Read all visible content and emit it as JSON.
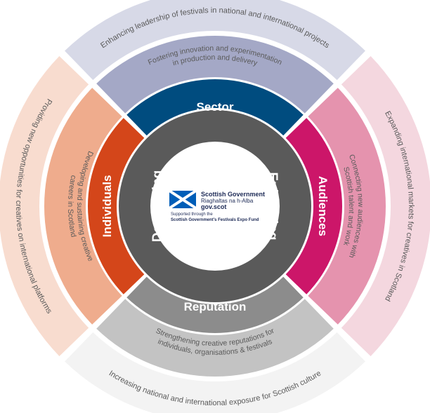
{
  "colors": {
    "outer_top": "#d7d9e7",
    "outer_right": "#f4d7df",
    "outer_bottom": "#f3f3f3",
    "outer_left": "#f8dccf",
    "middle_top": "#a4a8c6",
    "middle_right": "#e593ae",
    "middle_bottom": "#c3c3c3",
    "middle_left": "#efac8d",
    "sector": "#004c7f",
    "audiences": "#cc1669",
    "reputation": "#8c8c8c",
    "individuals": "#d4461a",
    "core": "#5a5a5a",
    "gap": "#ffffff"
  },
  "outer_ring": {
    "top": "Enhancing leadership of festivals in national and international projects",
    "right": "Expanding international markets for creatives in Scotland",
    "bottom": "Increasing national and international exposure for Scottish culture",
    "left": "Providing new opportunities for creatives on international platforms"
  },
  "middle_ring": {
    "top": [
      "Fostering innovation and experimentation",
      "in production and delivery"
    ],
    "right": [
      "Connecting new audiences with",
      "Scottish talent and work"
    ],
    "bottom": [
      "Strengthening creative reputations for",
      "individuals, organisations & festivals"
    ],
    "left": [
      "Developing and sustaining creative",
      "careers in Scotland"
    ]
  },
  "segments": {
    "top": "Sector",
    "right": "Audiences",
    "bottom": "Reputation",
    "left": "Individuals"
  },
  "core": {
    "left": "Developing",
    "right": "Enhancing"
  },
  "logo": {
    "line1": "Scottish Government",
    "line2": "Riaghaltas na h-Alba",
    "line3": "gov.scot",
    "line4": "Supported through the",
    "line5": "Scottish Government’s Festivals Expo Fund",
    "flag_icon": "saltire-icon"
  }
}
